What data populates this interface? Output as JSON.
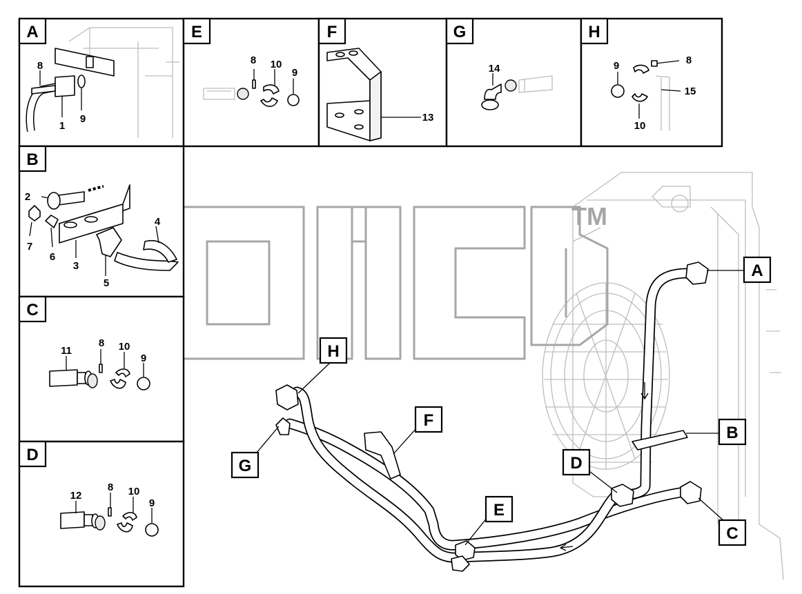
{
  "watermark": {
    "trademark": "TM"
  },
  "corner_mark": "",
  "panels": [
    {
      "id": "A",
      "label": "A",
      "callouts": [
        "8",
        "1",
        "9"
      ]
    },
    {
      "id": "B",
      "label": "B",
      "callouts": [
        "2",
        "4",
        "7",
        "6",
        "3",
        "5"
      ]
    },
    {
      "id": "C",
      "label": "C",
      "callouts": [
        "11",
        "8",
        "10",
        "9"
      ]
    },
    {
      "id": "D",
      "label": "D",
      "callouts": [
        "12",
        "8",
        "10",
        "9"
      ]
    },
    {
      "id": "E",
      "label": "E",
      "callouts": [
        "8",
        "10",
        "9"
      ]
    },
    {
      "id": "F",
      "label": "F",
      "callouts": [
        "13"
      ]
    },
    {
      "id": "G",
      "label": "G",
      "callouts": [
        "14"
      ]
    },
    {
      "id": "H",
      "label": "H",
      "callouts": [
        "9",
        "8",
        "15",
        "10"
      ]
    }
  ],
  "main_view": {
    "tags": [
      "A",
      "B",
      "C",
      "D",
      "E",
      "F",
      "G",
      "H"
    ]
  }
}
